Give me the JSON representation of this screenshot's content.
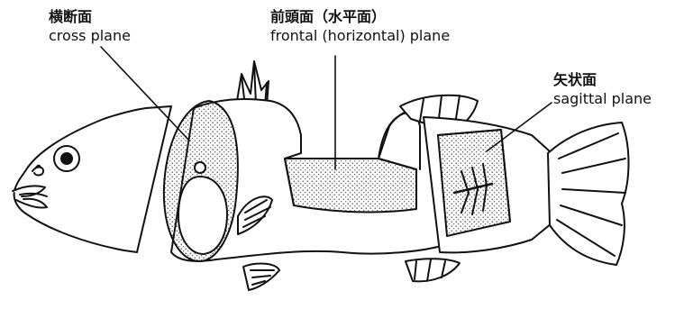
{
  "labels": {
    "cross": {
      "jp": "横断面",
      "en": "cross plane"
    },
    "frontal": {
      "jp": "前頭面（水平面）",
      "en": "frontal (horizontal) plane"
    },
    "sagittal": {
      "jp": "矢状面",
      "en": "sagittal plane"
    }
  },
  "colors": {
    "ink": "#111111",
    "stipple": "#333333",
    "background": "#ffffff"
  }
}
